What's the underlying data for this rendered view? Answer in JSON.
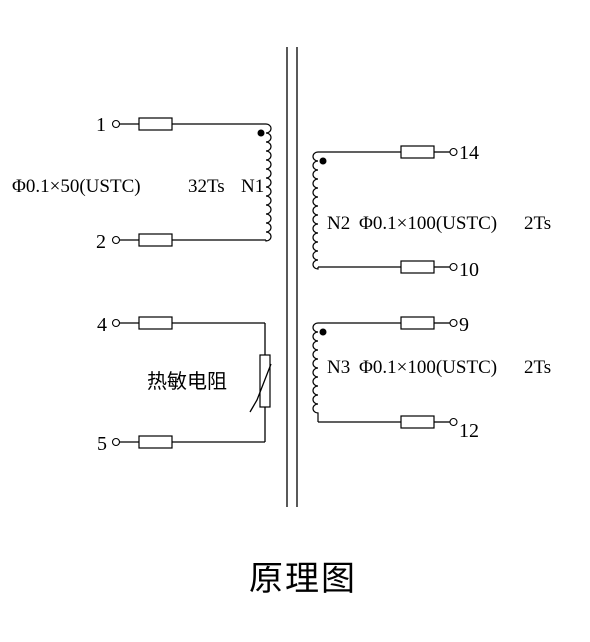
{
  "primary": {
    "pins": [
      "1",
      "2"
    ],
    "spec": "Φ0.1×50(USTC)",
    "turns": "32Ts",
    "winding": "N1"
  },
  "thermistor": {
    "pins": [
      "4",
      "5"
    ],
    "label": "热敏电阻"
  },
  "secondary_n2": {
    "pins": [
      "14",
      "10"
    ],
    "winding": "N2",
    "spec": "Φ0.1×100(USTC)",
    "turns": "2Ts"
  },
  "secondary_n3": {
    "pins": [
      "9",
      "12"
    ],
    "winding": "N3",
    "spec": "Φ0.1×100(USTC)",
    "turns": "2Ts"
  },
  "caption": "原理图"
}
